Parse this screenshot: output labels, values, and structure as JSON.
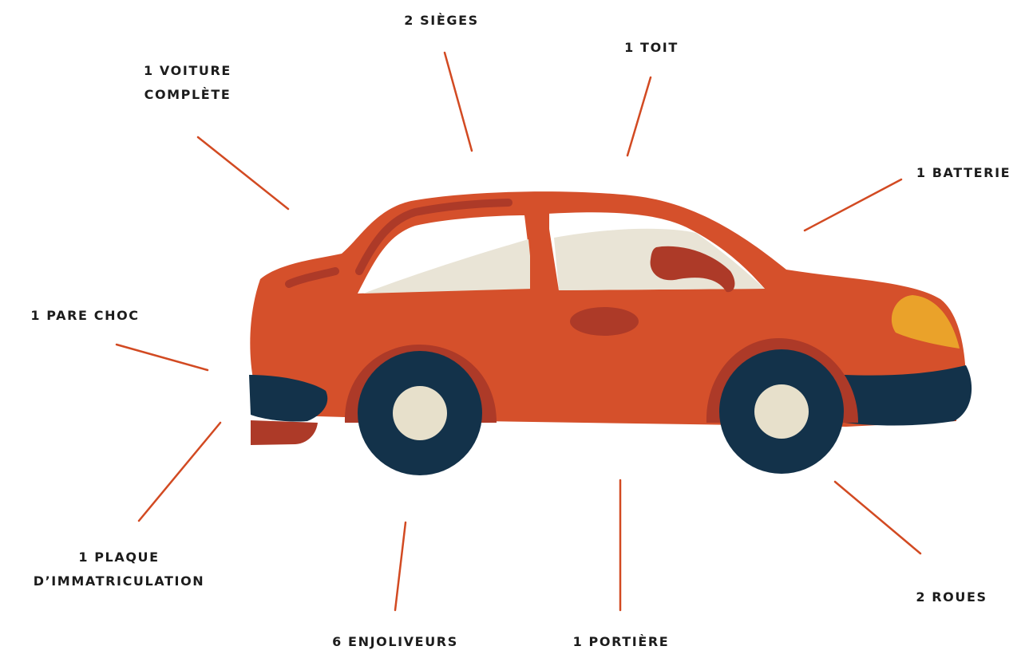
{
  "colors": {
    "body": "#d5502b",
    "body_dark": "#ad3a28",
    "glass": "#e9e4d6",
    "tire": "#13324a",
    "hubcap": "#e7e0cb",
    "headlight": "#eaa22a",
    "leader_line": "#d24a22",
    "text": "#1c1c1c",
    "background": "#ffffff"
  },
  "labels": {
    "sieges": "2 SIÈGES",
    "toit": "1 TOIT",
    "voiture_line1": "1 VOITURE",
    "voiture_line2": "COMPLÈTE",
    "batterie": "1 BATTERIE",
    "pare_choc": "1 PARE CHOC",
    "plaque_line1": "1 PLAQUE",
    "plaque_line2": "D’IMMATRICULATION",
    "enjoliveurs": "6 ENJOLIVEURS",
    "portiere": "1 PORTIÈRE",
    "roues": "2 ROUES"
  },
  "icons": {
    "car": "car-illustration"
  }
}
